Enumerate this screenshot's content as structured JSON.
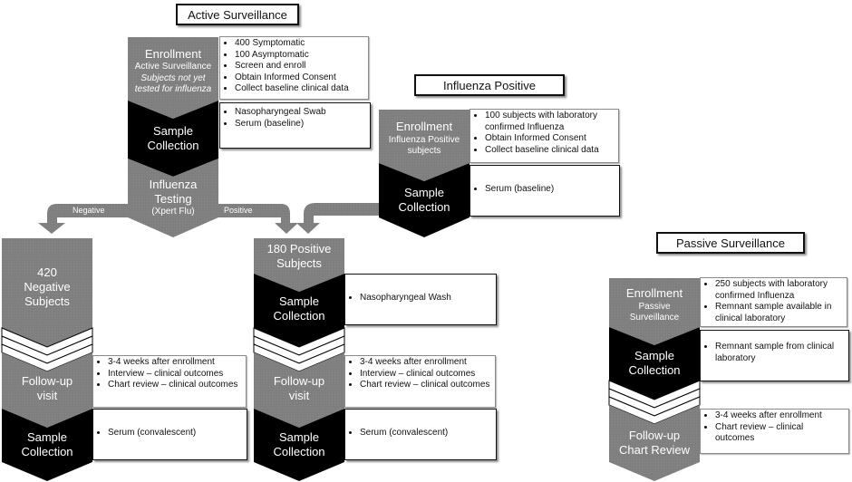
{
  "colors": {
    "gray_step": "#7f7f7f",
    "black_step": "#000000",
    "arrow": "#7f7f7f",
    "text_on_step": "#ffffff",
    "border": "#111111"
  },
  "active": {
    "title": "Active Surveillance",
    "enrollment": {
      "label": "Enrollment",
      "sub": "Active Surveillance",
      "note_line1": "Subjects not yet",
      "note_line2": "tested for influenza",
      "items": [
        "400 Symptomatic",
        "100 Asymptomatic",
        "Screen and enroll",
        "Obtain Informed Consent",
        "Collect baseline clinical data"
      ]
    },
    "sample": {
      "label_line1": "Sample",
      "label_line2": "Collection",
      "items": [
        "Nasopharyngeal Swab",
        "Serum (baseline)"
      ]
    },
    "testing": {
      "label_line1": "Influenza",
      "label_line2": "Testing",
      "sub": "(Xpert Flu)"
    },
    "negative_label": "Negative",
    "positive_label": "Positive"
  },
  "negative_branch": {
    "count_label_line1": "420",
    "count_label_line2": "Negative",
    "count_label_line3": "Subjects",
    "followup": {
      "label_line1": "Follow-up",
      "label_line2": "visit",
      "items": [
        "3-4 weeks after enrollment",
        "Interview – clinical outcomes",
        "Chart review – clinical outcomes"
      ]
    },
    "sample": {
      "label_line1": "Sample",
      "label_line2": "Collection",
      "items": [
        "Serum (convalescent)"
      ]
    }
  },
  "influenza_positive": {
    "title": "Influenza Positive",
    "enrollment": {
      "label": "Enrollment",
      "sub_line1": "Influenza Positive",
      "sub_line2": "subjects",
      "items": [
        "100 subjects with laboratory confirmed Influenza",
        "Obtain Informed Consent",
        "Collect baseline clinical data"
      ]
    },
    "sample": {
      "label_line1": "Sample",
      "label_line2": "Collection",
      "items": [
        "Serum (baseline)"
      ]
    }
  },
  "positive_branch": {
    "count_label_line1": "180 Positive",
    "count_label_line2": "Subjects",
    "sample1": {
      "label_line1": "Sample",
      "label_line2": "Collection",
      "items": [
        "Nasopharyngeal Wash"
      ]
    },
    "followup": {
      "label_line1": "Follow-up",
      "label_line2": "visit",
      "items": [
        "3-4 weeks after enrollment",
        "Interview – clinical outcomes",
        "Chart review – clinical outcomes"
      ]
    },
    "sample2": {
      "label_line1": "Sample",
      "label_line2": "Collection",
      "items": [
        "Serum (convalescent)"
      ]
    }
  },
  "passive": {
    "title": "Passive  Surveillance",
    "enrollment": {
      "label": "Enrollment",
      "sub_line1": "Passive",
      "sub_line2": "Surveillance",
      "items": [
        "250 subjects with laboratory confirmed Influenza",
        "Remnant sample available in clinical laboratory"
      ]
    },
    "sample": {
      "label_line1": "Sample",
      "label_line2": "Collection",
      "items": [
        "Remnant sample from clinical laboratory"
      ]
    },
    "followup": {
      "label_line1": "Follow-up",
      "label_line2": "Chart Review",
      "items": [
        "3-4 weeks after enrollment",
        "Chart review – clinical outcomes"
      ]
    }
  }
}
